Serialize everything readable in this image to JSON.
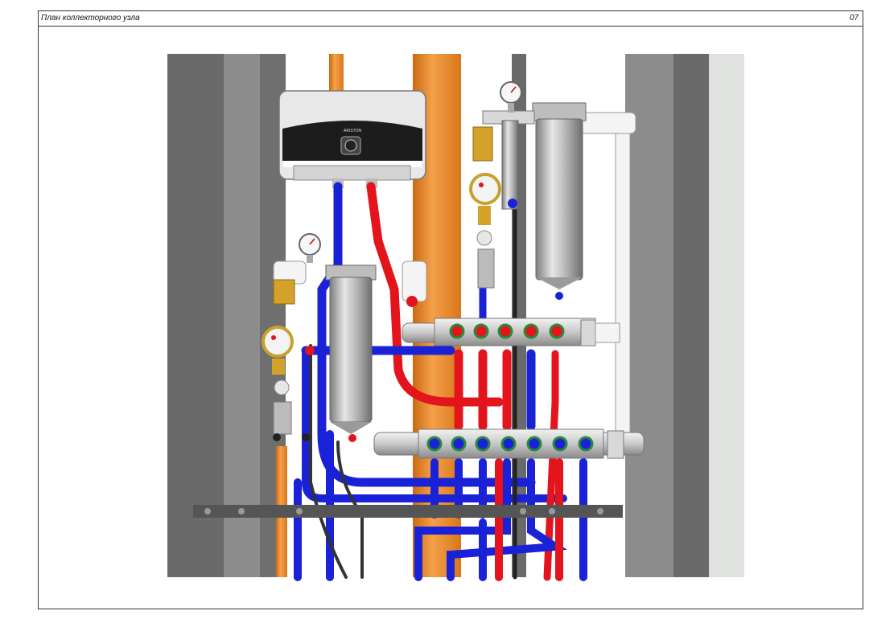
{
  "header": {
    "title": "План коллекторного узла",
    "page_number": "07"
  },
  "heater": {
    "brand": "ARISTON"
  },
  "colors": {
    "cold_pipe": "#1a22d8",
    "hot_pipe": "#e3141c",
    "gas_pipe": "#f08a1e",
    "wall_dark": "#6a6a6a",
    "wall_mid": "#8c8c8c",
    "wall_light": "#b0b0b0",
    "pvc_white": "#f2f2f2",
    "bracket": "#555555"
  },
  "icons": [
    "pressure-gauge-icon",
    "water-meter-icon",
    "ball-valve-icon",
    "water-filter-icon",
    "manifold-icon"
  ]
}
